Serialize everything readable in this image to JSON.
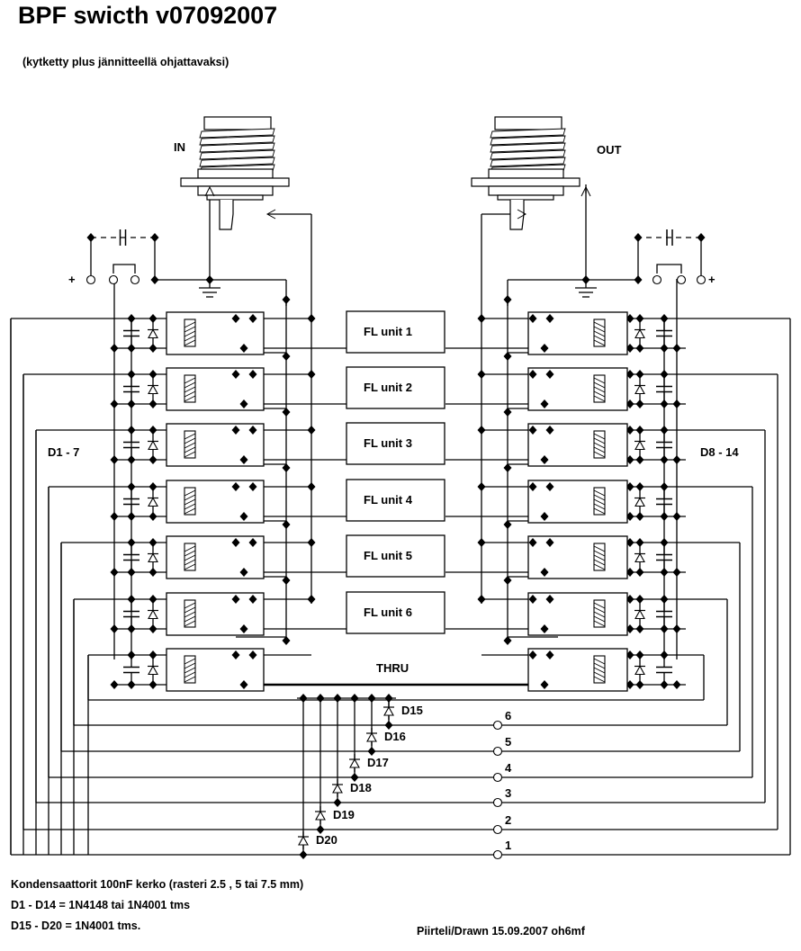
{
  "title": "BPF swicth v07092007",
  "subtitle": "(kytketty plus jännitteellä ohjattavaksi)",
  "connectors": {
    "in_label": "IN",
    "out_label": "OUT"
  },
  "power": {
    "left_plus": "+",
    "right_plus": "+"
  },
  "diode_groups": {
    "left": "D1 - 7",
    "right": "D8 - 14"
  },
  "filter_units": [
    {
      "label": "FL unit 1"
    },
    {
      "label": "FL unit 2"
    },
    {
      "label": "FL unit 3"
    },
    {
      "label": "FL unit 4"
    },
    {
      "label": "FL unit 5"
    },
    {
      "label": "FL unit 6"
    }
  ],
  "thru_label": "THRU",
  "selector_diodes": [
    {
      "label": "D15"
    },
    {
      "label": "D16"
    },
    {
      "label": "D17"
    },
    {
      "label": "D18"
    },
    {
      "label": "D19"
    },
    {
      "label": "D20"
    }
  ],
  "control_inputs": [
    {
      "label": "6"
    },
    {
      "label": "5"
    },
    {
      "label": "4"
    },
    {
      "label": "3"
    },
    {
      "label": "2"
    },
    {
      "label": "1"
    }
  ],
  "notes": {
    "capacitors": "Kondensaattorit 100nF kerko (rasteri 2.5  ,  5  tai 7.5 mm)",
    "diodes_1": "D1 - D14  = 1N4148 tai 1N4001 tms",
    "diodes_2": "D15 - D20 = 1N4001 tms.",
    "credit": "Piirteli/Drawn 15.09.2007 oh6mf"
  }
}
